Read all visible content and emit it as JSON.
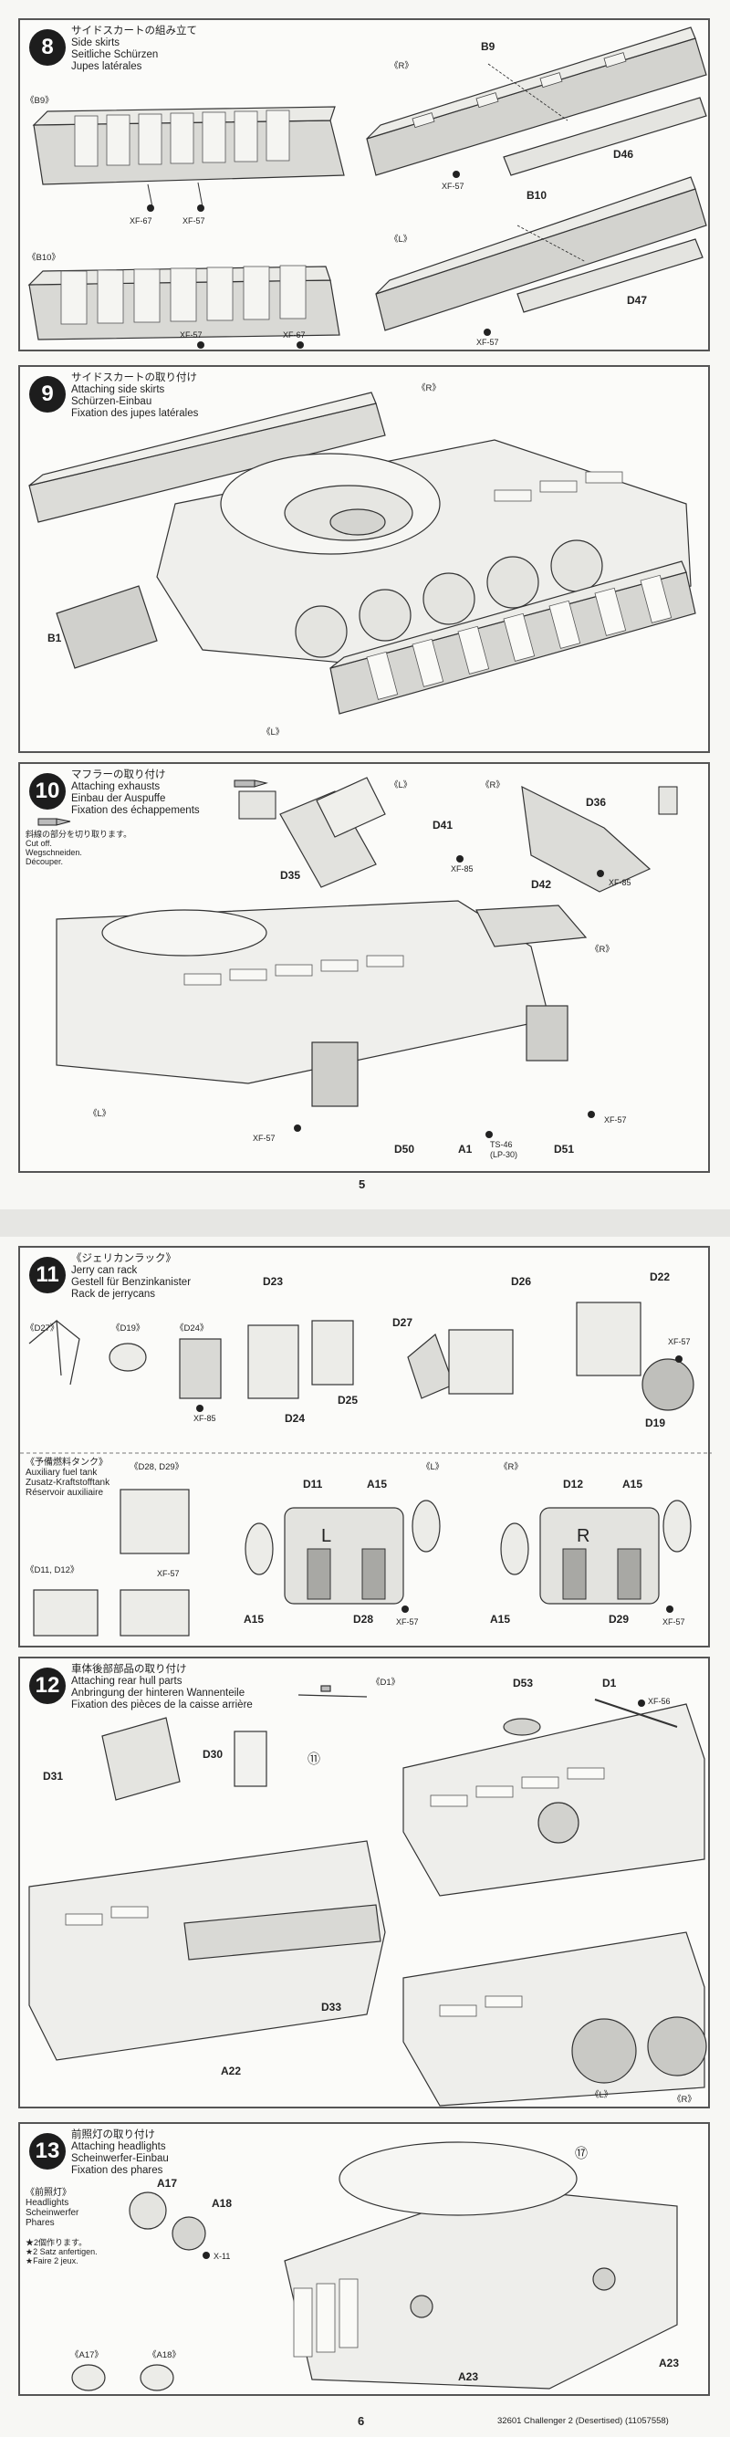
{
  "page5": {
    "number": "5",
    "step8": {
      "number": "8",
      "title_jp": "サイドスカートの組み立て",
      "title_en": "Side skirts",
      "title_de": "Seitliche Schürzen",
      "title_fr": "Jupes latérales",
      "tag_b9": "《B9》",
      "tag_b10": "《B10》",
      "tag_r": "《R》",
      "tag_l": "《L》",
      "part_b9": "B9",
      "part_b10": "B10",
      "part_d46": "D46",
      "part_d47": "D47",
      "paint_b9_left": "XF-67",
      "paint_b9_right": "XF-57",
      "paint_b10_left": "XF-57",
      "paint_b10_right": "XF-67",
      "paint_r": "XF-57",
      "paint_l": "XF-57"
    },
    "step9": {
      "number": "9",
      "title_jp": "サイドスカートの取り付け",
      "title_en": "Attaching side skirts",
      "title_de": "Schürzen-Einbau",
      "title_fr": "Fixation des jupes latérales",
      "tag_r": "《R》",
      "tag_l": "《L》",
      "part_b1": "B1"
    },
    "step10": {
      "number": "10",
      "title_jp": "マフラーの取り付け",
      "title_en": "Attaching exhausts",
      "title_de": "Einbau der Auspuffe",
      "title_fr": "Fixation des échappements",
      "cut_jp": "斜線の部分を切り取ります。",
      "cut_en": "Cut off.",
      "cut_de": "Wegschneiden.",
      "cut_fr": "Découper.",
      "tag_l": "《L》",
      "tag_r": "《R》",
      "tag_l2": "《L》",
      "tag_r2": "《R》",
      "part_d35": "D35",
      "part_d41": "D41",
      "part_d36": "D36",
      "part_d42": "D42",
      "part_d50": "D50",
      "part_d51": "D51",
      "part_a1": "A1",
      "paint_d41": "XF-85",
      "paint_d42": "XF-85",
      "paint_d50": "XF-57",
      "paint_d51": "XF-57",
      "paint_a1": "TS-46",
      "paint_a1_sub": "(LP-30)"
    }
  },
  "page6": {
    "number": "6",
    "footer": "32601 Challenger 2 (Desertised) (11057558)",
    "step11": {
      "number": "11",
      "title_jp": "《ジェリカンラック》",
      "title_en": "Jerry can rack",
      "title_de": "Gestell für Benzinkanister",
      "title_fr": "Rack de jerrycans",
      "tag_d27": "《D27》",
      "tag_d19": "《D19》",
      "tag_d24": "《D24》",
      "paint_d24": "XF-85",
      "part_d23": "D23",
      "part_d26": "D26",
      "part_d22": "D22",
      "part_d27": "D27",
      "part_d24": "D24",
      "part_d25": "D25",
      "part_d19": "D19",
      "paint_d19": "XF-57",
      "aux_jp": "《予備燃料タンク》",
      "aux_en": "Auxiliary fuel tank",
      "aux_de": "Zusatz-Kraftstofftank",
      "aux_fr": "Réservoir auxiliaire",
      "tag_d28_d29": "《D28, D29》",
      "tag_d11_d12": "《D11, D12》",
      "paint_aux": "XF-57",
      "tag_l": "《L》",
      "tag_r": "《R》",
      "part_d11": "D11",
      "part_d12": "D12",
      "part_a15_a": "A15",
      "part_a15_b": "A15",
      "part_a15_c": "A15",
      "part_a15_d": "A15",
      "part_d28": "D28",
      "part_d29": "D29",
      "paint_d28": "XF-57",
      "paint_d29": "XF-57",
      "letter_l": "L",
      "letter_r": "R"
    },
    "step12": {
      "number": "12",
      "title_jp": "車体後部部品の取り付け",
      "title_en": "Attaching rear hull parts",
      "title_de": "Anbringung der hinteren Wannenteile",
      "title_fr": "Fixation des pièces de la caisse arrière",
      "tag_d1": "《D1》",
      "part_d53": "D53",
      "part_d1": "D1",
      "paint_d1": "XF-56",
      "part_d30": "D30",
      "part_d31": "D31",
      "part_d33": "D33",
      "part_a22": "A22",
      "tag_l": "《L》",
      "tag_r": "《R》",
      "ref_step": "⑪"
    },
    "step13": {
      "number": "13",
      "title_jp": "前照灯の取り付け",
      "title_en": "Attaching headlights",
      "title_de": "Scheinwerfer-Einbau",
      "title_fr": "Fixation des phares",
      "sub_jp": "《前照灯》",
      "sub_en": "Headlights",
      "sub_de": "Scheinwerfer",
      "sub_fr": "Phares",
      "make_jp": "★2個作ります。",
      "make_de": "★2 Satz anfertigen.",
      "make_fr": "★Faire 2 jeux.",
      "part_a17": "A17",
      "part_a18": "A18",
      "paint_x11": "X-11",
      "tag_a17": "《A17》",
      "tag_a18": "《A18》",
      "part_a23_left": "A23",
      "part_a23_right": "A23",
      "ref_step": "⑰"
    }
  }
}
